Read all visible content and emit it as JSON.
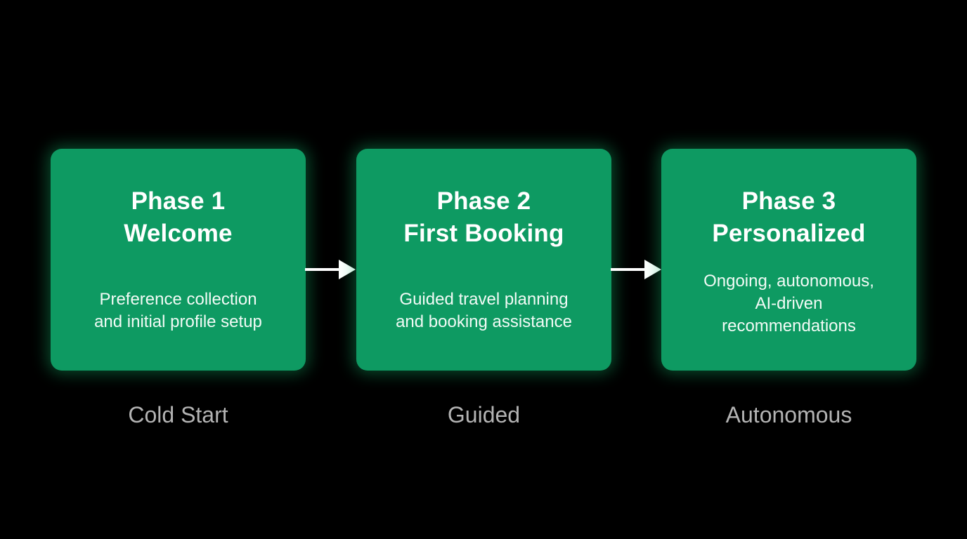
{
  "phases": [
    {
      "title_line1": "Phase 1",
      "title_line2": "Welcome",
      "desc_lines": [
        "Preference collection",
        "and initial profile setup"
      ],
      "stage_label": "Cold Start"
    },
    {
      "title_line1": "Phase 2",
      "title_line2": "First Booking",
      "desc_lines": [
        "Guided travel planning",
        "and booking assistance"
      ],
      "stage_label": "Guided"
    },
    {
      "title_line1": "Phase 3",
      "title_line2": "Personalized",
      "desc_lines": [
        "Ongoing, autonomous,",
        "AI-driven",
        "recommendations"
      ],
      "stage_label": "Autonomous"
    }
  ],
  "colors": {
    "background": "#000000",
    "card": "#0e9a62",
    "card_glow": "#16be6e",
    "text": "#ffffff",
    "stage_label": "#b3b3b3",
    "arrow": "#ffffff"
  },
  "icons": {
    "connector": "right-arrow-icon"
  }
}
